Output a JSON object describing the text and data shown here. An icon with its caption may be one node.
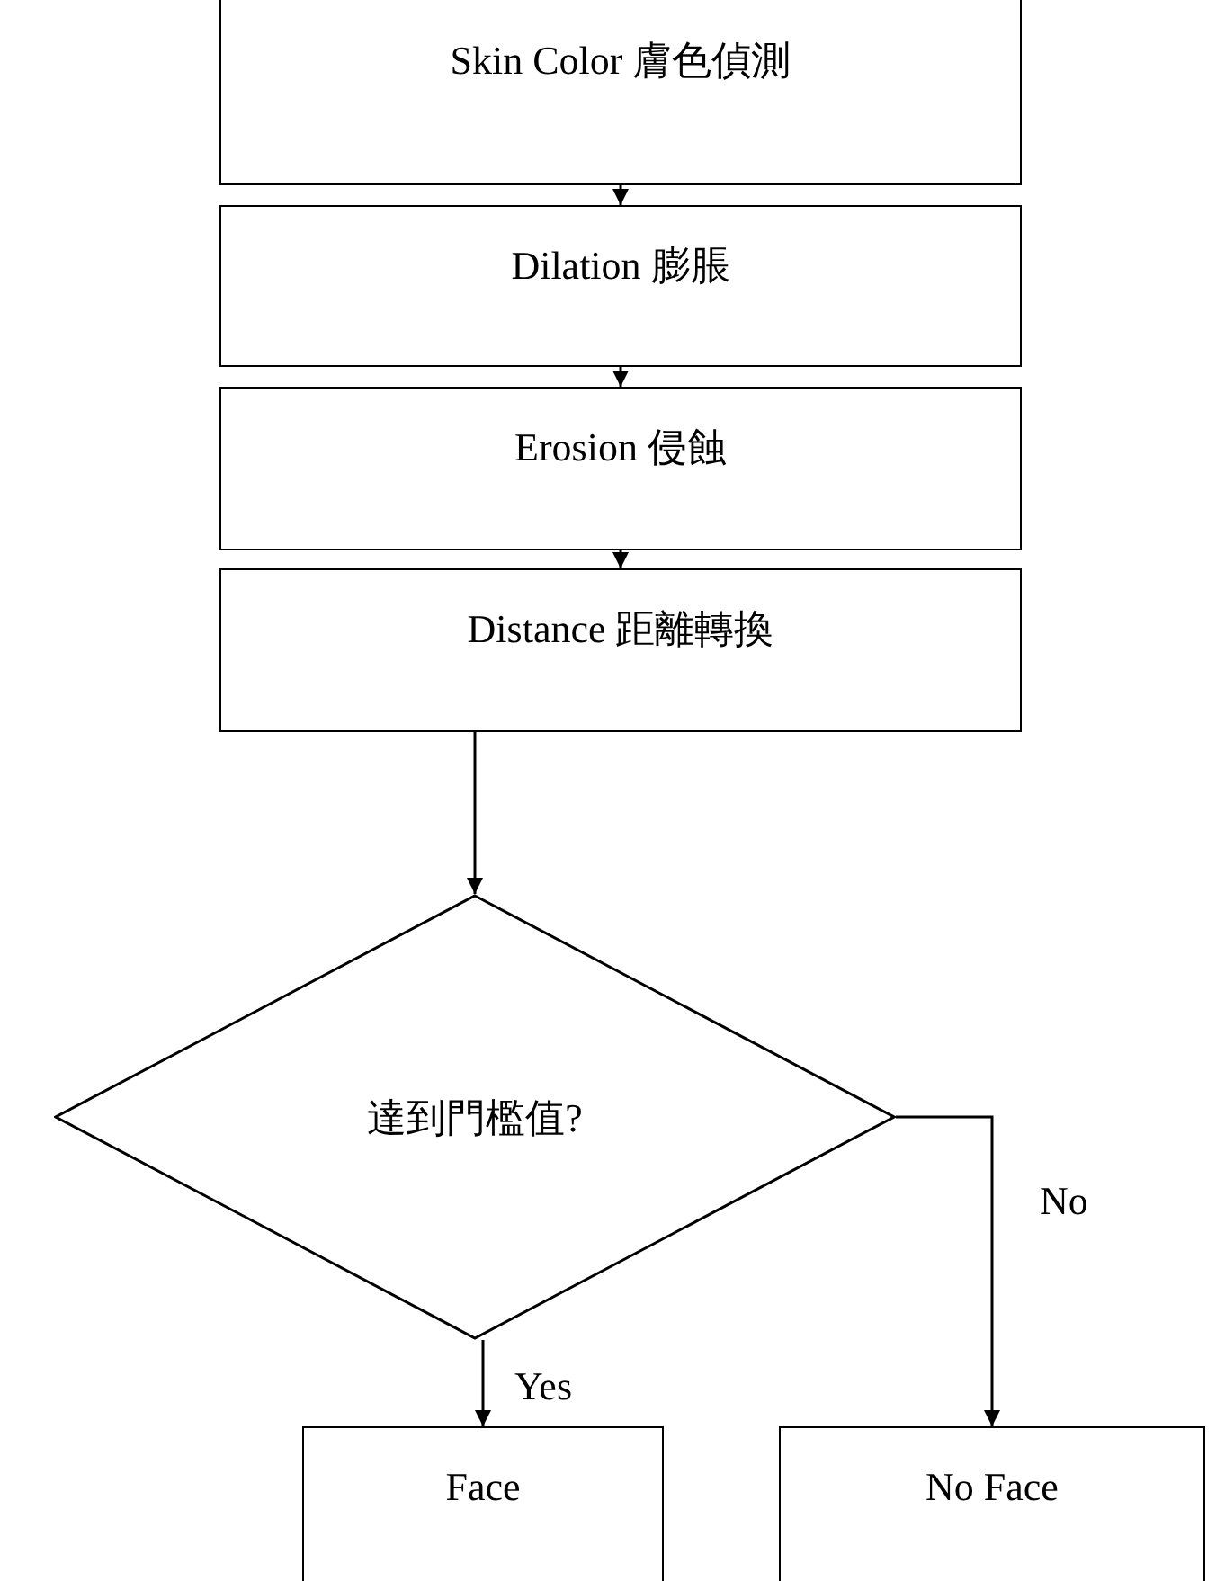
{
  "diagram": {
    "nodes": [
      {
        "text": [
          "Skin Color 膚色偵測"
        ]
      },
      {
        "text": [
          "Dilation 膨脹"
        ]
      },
      {
        "text": [
          "Erosion 侵蝕"
        ]
      },
      {
        "text": [
          "Distance 距離轉換"
        ]
      },
      {
        "text": [
          "達到門檻值?"
        ]
      },
      {
        "text": [
          "Face"
        ]
      },
      {
        "text": [
          "No Face"
        ]
      }
    ],
    "edges": [
      {
        "from": 0,
        "to": 1,
        "arrow": "to"
      },
      {
        "from": 1,
        "to": 2,
        "arrow": "to"
      },
      {
        "from": 2,
        "to": 3,
        "arrow": "to"
      },
      {
        "from": 3,
        "to": 4,
        "arrow": "to"
      },
      {
        "from": 4,
        "to": 5,
        "arrow": "to",
        "label": "Yes"
      },
      {
        "from": 4,
        "to": 6,
        "arrow": "to",
        "label": "No"
      }
    ]
  }
}
